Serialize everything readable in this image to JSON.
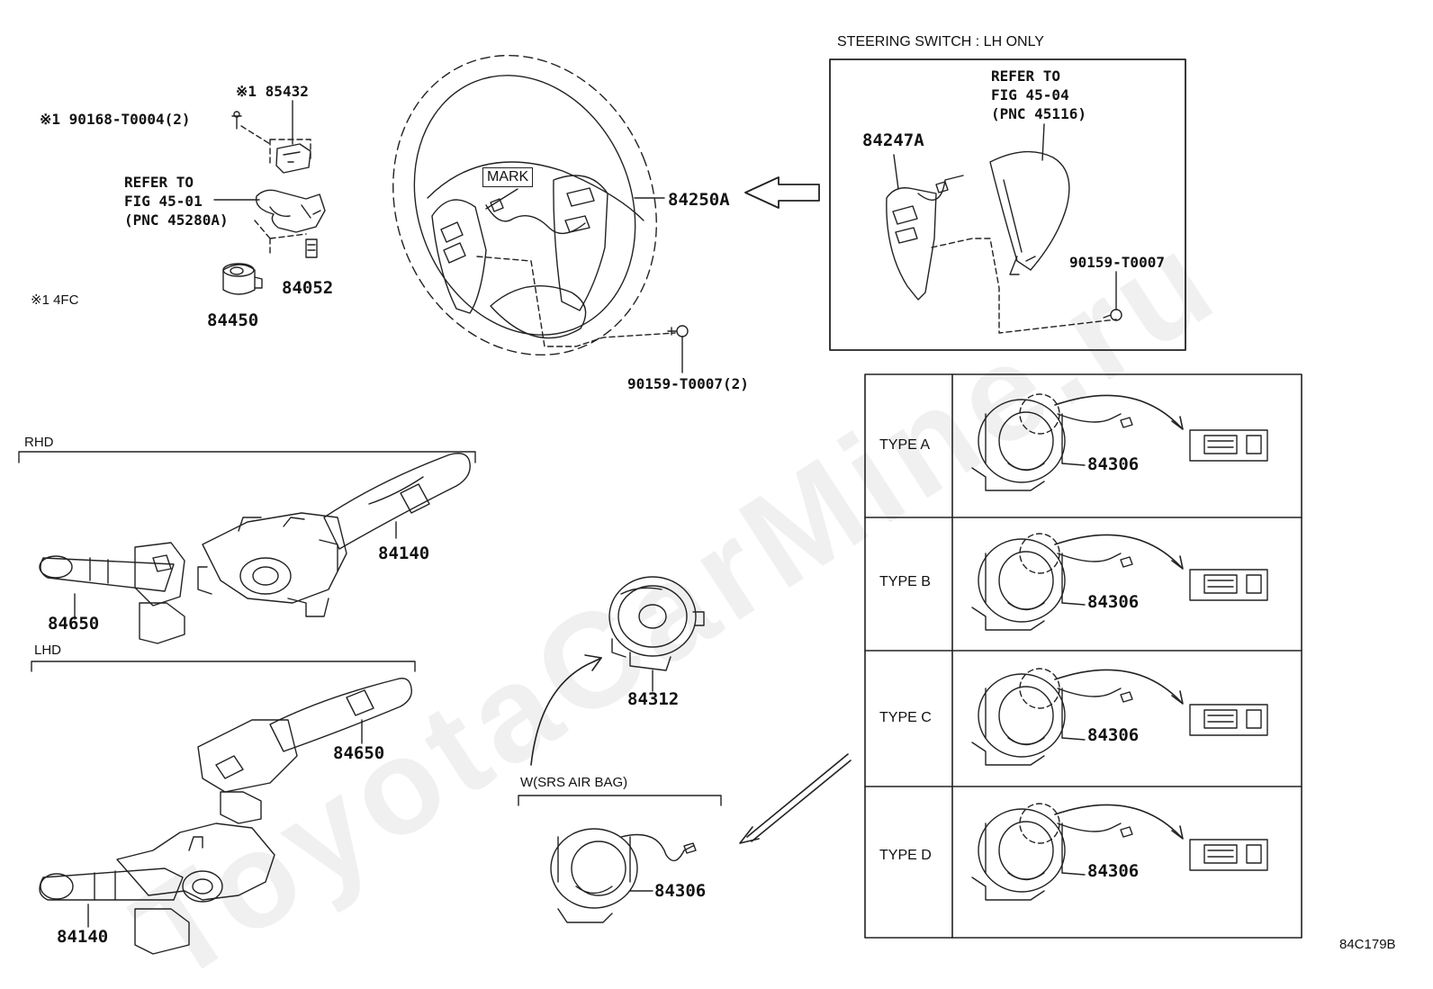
{
  "watermark": "ToyotaCarMine.ru",
  "drawing_code": "84C179B",
  "top_left": {
    "note_85432": "※1 85432",
    "note_bolt": "※1 90168-T0004(2)",
    "refer": [
      "REFER TO",
      "FIG 45-01",
      "(PNC 45280A)"
    ],
    "part_84052": "84052",
    "part_84450": "84450",
    "footnote": "※1  4FC"
  },
  "wheel": {
    "mark": "MARK",
    "part_84250A": "84250A",
    "bolt": "90159-T0007(2)"
  },
  "lh_box": {
    "title": "STEERING SWITCH : LH ONLY",
    "refer": [
      "REFER TO",
      "FIG 45-04",
      "(PNC 45116)"
    ],
    "part_84247A": "84247A",
    "bolt": "90159-T0007"
  },
  "rhd": {
    "title": "RHD",
    "part_84140": "84140",
    "part_84650": "84650"
  },
  "lhd": {
    "title": "LHD",
    "part_84650": "84650",
    "part_84140": "84140"
  },
  "center": {
    "part_84312": "84312",
    "srs_title": "W(SRS AIR BAG)",
    "part_84306": "84306"
  },
  "types": [
    {
      "label": "TYPE A",
      "part": "84306"
    },
    {
      "label": "TYPE B",
      "part": "84306"
    },
    {
      "label": "TYPE C",
      "part": "84306"
    },
    {
      "label": "TYPE D",
      "part": "84306"
    }
  ]
}
